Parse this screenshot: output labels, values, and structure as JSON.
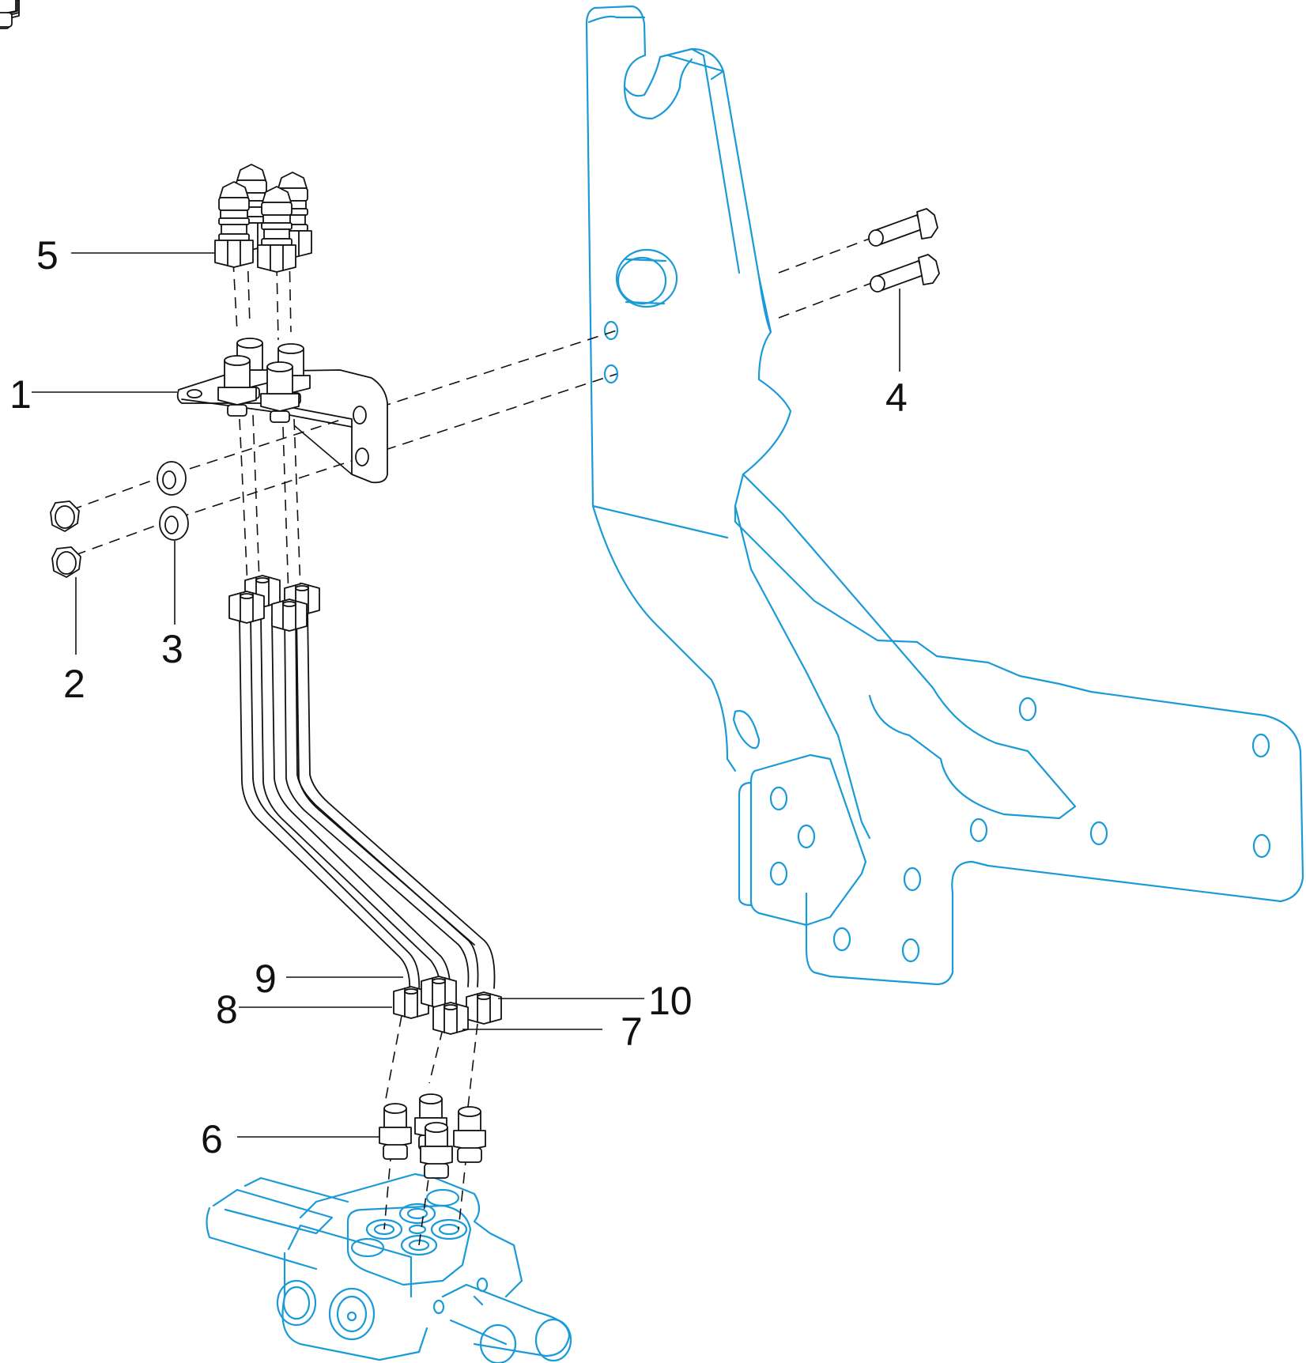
{
  "diagram": {
    "type": "exploded-parts-diagram",
    "colors": {
      "assembly_parts": "#1a9ad6",
      "callout_parts": "#111111",
      "background": "#ffffff"
    },
    "callouts": [
      {
        "id": "1",
        "label": "1",
        "part": "mounting-bracket"
      },
      {
        "id": "2",
        "label": "2",
        "part": "hex-lock-nut"
      },
      {
        "id": "3",
        "label": "3",
        "part": "lock-washer"
      },
      {
        "id": "4",
        "label": "4",
        "part": "hex-bolt"
      },
      {
        "id": "5",
        "label": "5",
        "part": "quick-coupler"
      },
      {
        "id": "6",
        "label": "6",
        "part": "adapter-fitting"
      },
      {
        "id": "7",
        "label": "7",
        "part": "hydraulic-tube"
      },
      {
        "id": "8",
        "label": "8",
        "part": "hydraulic-tube"
      },
      {
        "id": "9",
        "label": "9",
        "part": "hydraulic-tube"
      },
      {
        "id": "10",
        "label": "10",
        "part": "hydraulic-tube"
      }
    ],
    "reference_parts": [
      "loader-frame-upright",
      "control-valve"
    ]
  }
}
